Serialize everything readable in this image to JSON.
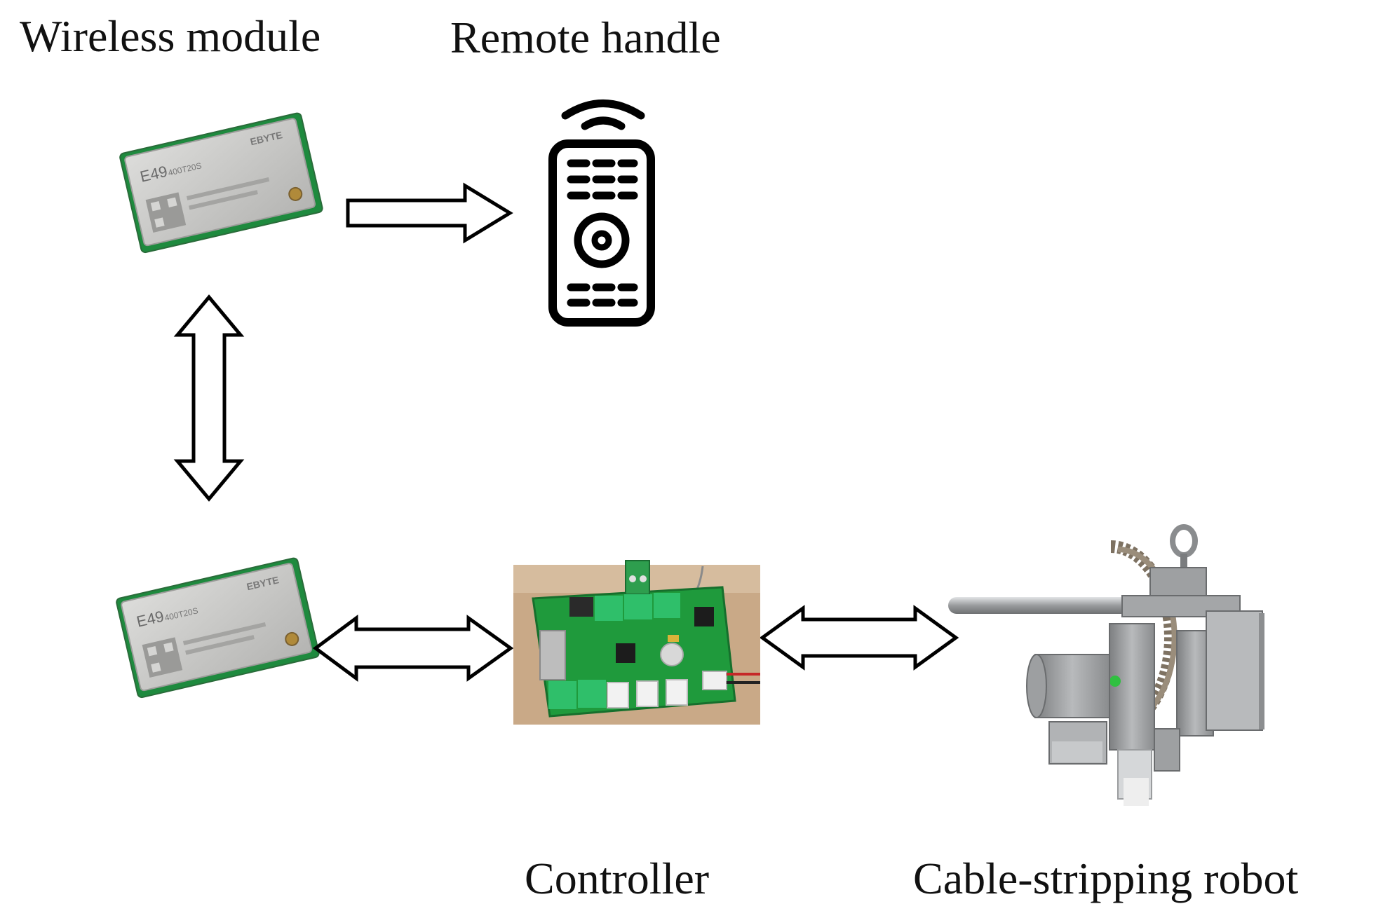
{
  "labels": {
    "wireless_module": "Wireless module",
    "remote_handle": "Remote handle",
    "controller": "Controller",
    "robot": "Cable-stripping robot"
  },
  "module_chip": {
    "model": "E49",
    "part_no": "400T20S",
    "brand": "EBYTE"
  },
  "colors": {
    "text": "#111111",
    "arrow_stroke": "#000000",
    "pcb_green": "#1f9a3c",
    "chip_metal": "#c9c9c7",
    "robot_metal": "#8d8f91"
  }
}
